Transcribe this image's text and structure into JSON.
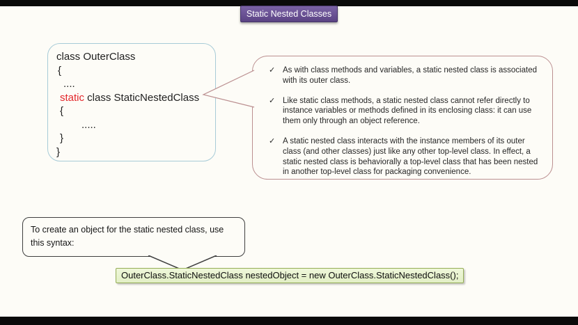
{
  "title": {
    "label": "Static Nested Classes"
  },
  "code_box": {
    "line1": "class OuterClass",
    "brace_open_outer": "{",
    "dots_outer": "....",
    "static_keyword": "static",
    "line4_rest": " class StaticNestedClass",
    "brace_open_inner": "{",
    "dots_inner": ".....",
    "brace_close_inner": "}",
    "brace_close_outer": "}"
  },
  "callout": {
    "check_glyph": "✓",
    "bullets": [
      {
        "text": "As with class methods and variables, a static nested class is associated with its outer class."
      },
      {
        "text": "Like static class methods, a static nested class cannot refer directly to instance variables or methods defined in its enclosing class: it can use them only through an object reference."
      },
      {
        "text": "A static nested class interacts with the instance members of its outer class (and other classes) just like any other top-level class. In effect, a static nested class is behaviorally a top-level class that has been nested in another top-level class for packaging convenience."
      }
    ]
  },
  "speech_bubble": {
    "text": "To create an object for the static nested class, use this syntax:"
  },
  "syntax_box": {
    "code": "OuterClass.StaticNestedClass nestedObject = new OuterClass.StaticNestedClass();"
  },
  "colors": {
    "title_purple": "#6a5196",
    "code_border_teal": "#a7cbd7",
    "static_red": "#e3262a",
    "callout_border_rose": "#bb8f90",
    "speech_border_dark": "#3f3f3f",
    "syntax_bg_green": "#e9f4d0",
    "syntax_border_green": "#94ad55",
    "letterbox_black": "#0a0a0a"
  }
}
